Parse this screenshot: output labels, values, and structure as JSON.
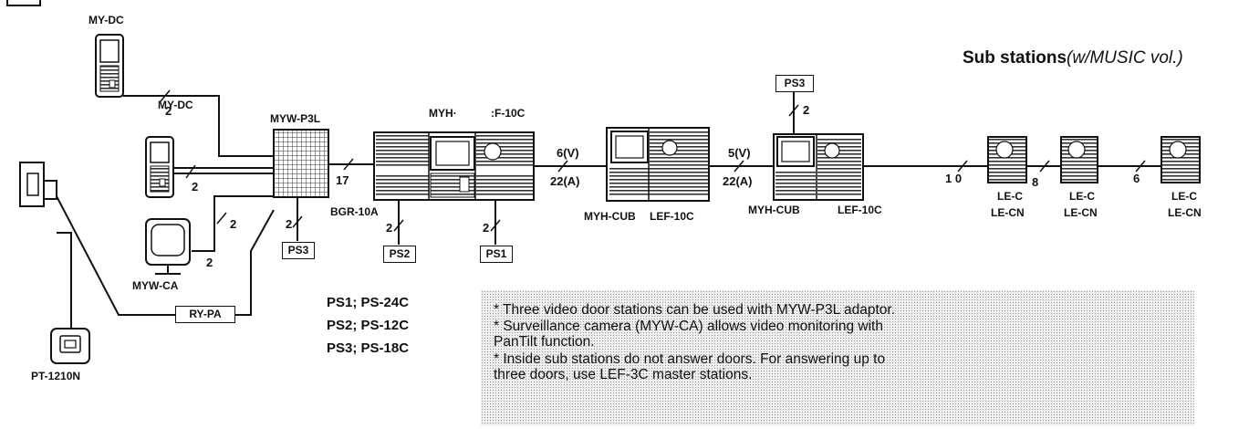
{
  "title": {
    "main": "Sub stations",
    "italic": "(w/MUSIC vol.)"
  },
  "labels": {
    "my_dc_top": "MY-DC",
    "my_dc_mid": "MY-DC",
    "myw_ca": "MYW-CA",
    "pt_1210n": "PT-1210N",
    "myw_p3l": "MYW-P3L",
    "myh": "MYH·",
    "lef_10c_top": ":F-10C",
    "bgr_10a": "BGR-10A",
    "myh_cub_1": "MYH-CUB",
    "lef_10c_1": "LEF-10C",
    "myh_cub_2": "MYH-CUB",
    "lef_10c_2": "LEF-10C",
    "le_c_1": "LE-C",
    "le_cn_1": "LE-CN",
    "le_c_2": "LE-C",
    "le_cn_2": "LE-CN",
    "le_c_3": "LE-C",
    "le_cn_3": "LE-CN"
  },
  "boxes": {
    "ps3_left": "PS3",
    "ps2": "PS2",
    "ps1": "PS1",
    "ps3_top": "PS3",
    "ry_pa": "RY-PA"
  },
  "wire_counts": {
    "w1": "2",
    "w2": "2",
    "w3": "2",
    "w4": "2",
    "w5": "17",
    "w6": "2",
    "w7": "2",
    "w8": "2",
    "w9_v": "6(V)",
    "w9_a": "22(A)",
    "w10_v": "5(V)",
    "w10_a": "22(A)",
    "w11": "2",
    "w12": "1 0",
    "w13": "8",
    "w14": "6"
  },
  "power_supplies": [
    "PS1;  PS-24C",
    "PS2;  PS-12C",
    "PS3;  PS-18C"
  ],
  "notes": [
    "* Three video door stations can be used with MYW-P3L adaptor.",
    "* Surveillance camera (MYW-CA) allows video monitoring with",
    "  PanTilt function.",
    "* Inside sub stations do not answer doors.  For answering up to",
    "  three doors, use LEF-3C master stations."
  ]
}
